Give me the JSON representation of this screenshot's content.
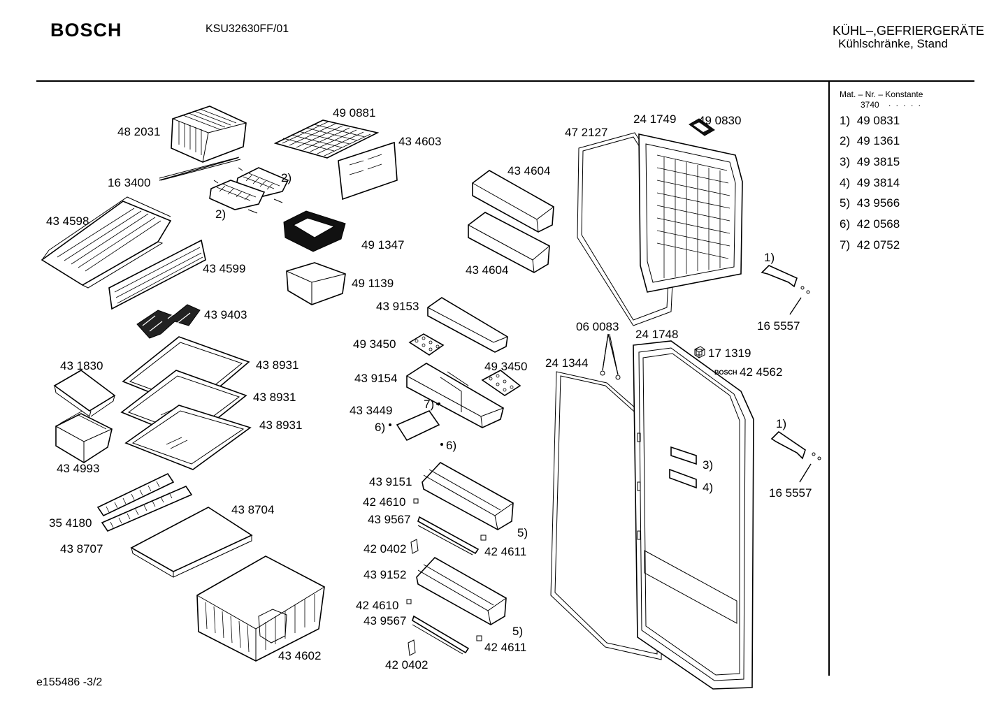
{
  "header": {
    "brand": "BOSCH",
    "model": "KSU32630FF/01",
    "category": "KÜHL–,GEFRIERGERÄTE",
    "subcategory": "Kühlschränke, Stand"
  },
  "constants": {
    "heading": "Mat. – Nr. – Konstante",
    "code": "3740",
    "dots": ". . . . ."
  },
  "legend": [
    {
      "key": "1)",
      "value": "49 0831"
    },
    {
      "key": "2)",
      "value": "49 1361"
    },
    {
      "key": "3)",
      "value": "49 3815"
    },
    {
      "key": "4)",
      "value": "49 3814"
    },
    {
      "key": "5)",
      "value": "43 9566"
    },
    {
      "key": "6)",
      "value": "42 0568"
    },
    {
      "key": "7)",
      "value": "42 0752"
    }
  ],
  "footer": "e155486 -3/2",
  "parts": [
    "48 2031",
    "16 3400",
    "2)",
    "2)",
    "49 0881",
    "43 4603",
    "49 1347",
    "43 4598",
    "43 4599",
    "49 1139",
    "43 9403",
    "43 1830",
    "43 8931",
    "43 8931",
    "43 8931",
    "43 4993",
    "35 4180",
    "43 8704",
    "43 8707",
    "43 4602",
    "43 4604",
    "43 4604",
    "43 9153",
    "49 3450",
    "49 3450",
    "43 9154",
    "7)",
    "43 3449",
    "6)",
    "6)",
    "43 9151",
    "42 4610",
    "43 9567",
    "5)",
    "42 0402",
    "42 4611",
    "43 9152",
    "42 4610",
    "43 9567",
    "5)",
    "42 4611",
    "42 0402",
    "47 2127",
    "24 1749",
    "49 0830",
    "1)",
    "16 5557",
    "06 0083",
    "24 1748",
    "17 1319",
    "42 4562",
    "24 1344",
    "1)",
    "3)",
    "4)",
    "16 5557"
  ],
  "door_badge": "BOSCH"
}
